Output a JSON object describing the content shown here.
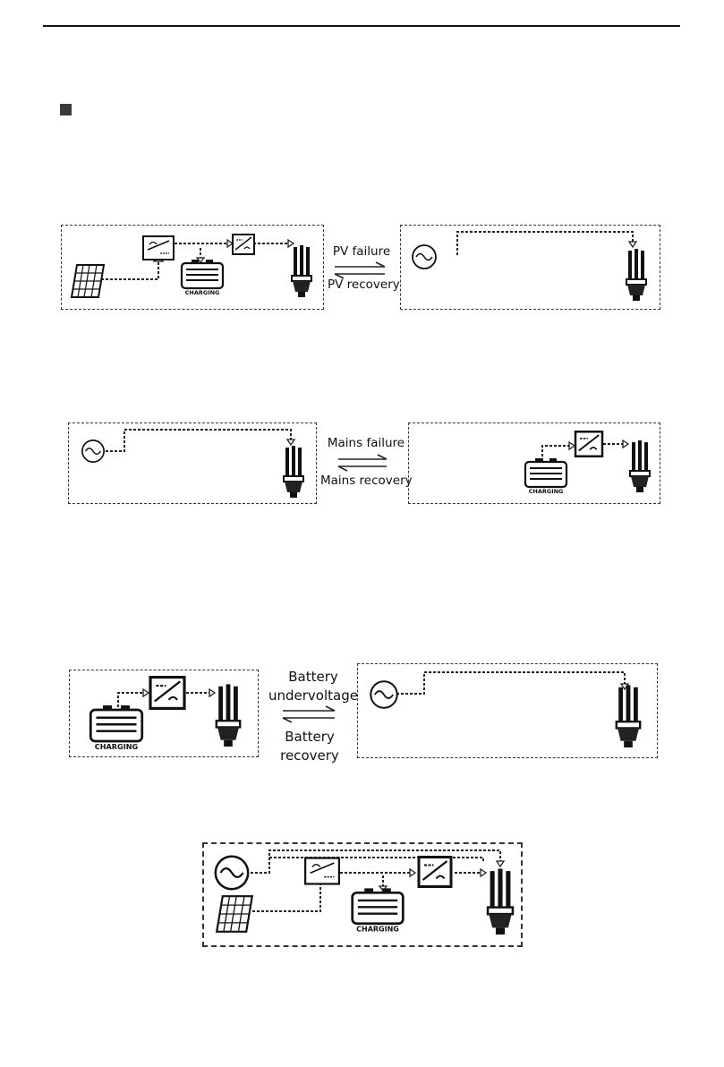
{
  "modes": [
    {
      "switch_to": "PV failure",
      "switch_back": "PV recovery"
    },
    {
      "switch_to": "Mains failure",
      "switch_back": "Mains recovery"
    },
    {
      "switch_to": "Battery undervoltage",
      "switch_back": "Battery recovery"
    }
  ],
  "icons": {
    "battery_caption": "CHARGING"
  }
}
